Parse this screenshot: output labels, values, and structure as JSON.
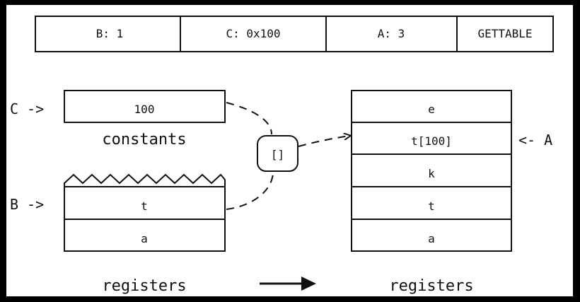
{
  "instruction": {
    "fields": [
      "B: 1",
      "C: 0x100",
      "A: 3",
      "GETTABLE"
    ]
  },
  "constants": {
    "pointer": "C ->",
    "value": "100",
    "caption": "constants"
  },
  "registers_before": {
    "pointer": "B ->",
    "cells": [
      "t",
      "a"
    ],
    "caption": "registers"
  },
  "index_op": {
    "symbol": "[]"
  },
  "registers_after": {
    "cells": [
      "e",
      "t[100]",
      "k",
      "t",
      "a"
    ],
    "pointer": "<- A",
    "caption": "registers"
  }
}
